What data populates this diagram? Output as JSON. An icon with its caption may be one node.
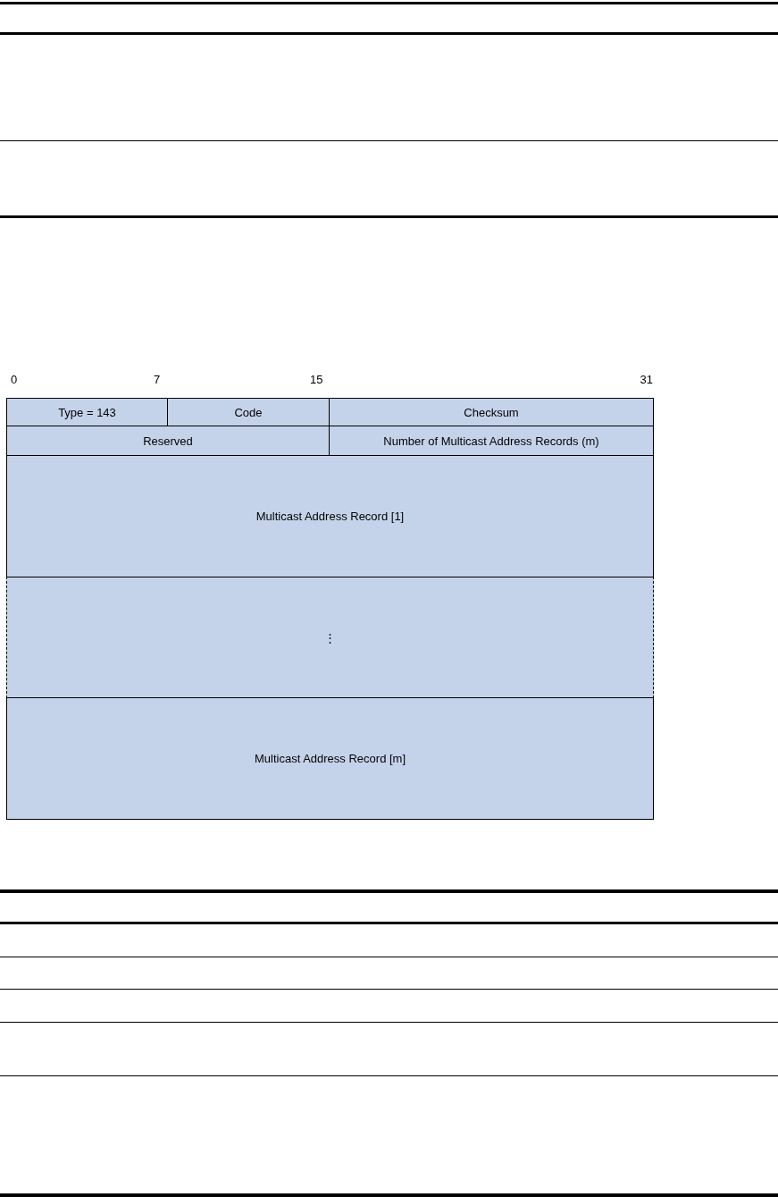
{
  "diagram": {
    "nodes": [
      {
        "text": [
          "Type = 143"
        ]
      },
      {
        "text": [
          "Code"
        ]
      },
      {
        "text": [
          "Checksum"
        ]
      },
      {
        "text": [
          "Reserved"
        ]
      },
      {
        "text": [
          "Number of Multicast Address Records (m)"
        ]
      },
      {
        "text": [
          "Multicast Address Record [1]"
        ]
      },
      {
        "text": [
          "⋮"
        ]
      },
      {
        "text": [
          "Multicast Address Record [m]"
        ]
      }
    ],
    "edges": [],
    "labels": [
      "0",
      "7",
      "15",
      "31"
    ]
  }
}
